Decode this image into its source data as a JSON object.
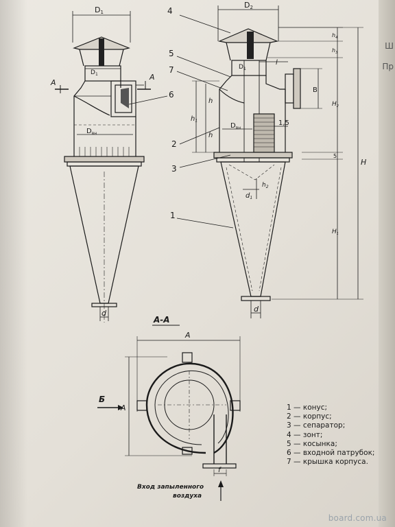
{
  "edge_text": {
    "top": "Ш",
    "middle": "Пр"
  },
  "labels": {
    "section_marker": "А",
    "section_title": "А-А",
    "dim_D1": "D",
    "dim_D1_sub": "1",
    "dim_D2": "D",
    "dim_D2_sub": "2",
    "dim_Dvn": "D",
    "dim_Dvn_sub": "вн",
    "dim_d": "d",
    "dim_d1": "d",
    "dim_d1_sub": "1",
    "dim_h": "h",
    "dim_h1": "h",
    "dim_h1_sub": "1",
    "dim_h2": "h",
    "dim_h2_sub": "2",
    "dim_h3": "h",
    "dim_h3_sub": "3",
    "dim_h4": "h",
    "dim_h4_sub": "4",
    "dim_l": "l",
    "dim_B": "В",
    "dim_H": "H",
    "dim_H1": "H",
    "dim_H1_sub": "1",
    "dim_H2": "H",
    "dim_H2_sub": "2",
    "dim_5": "5",
    "dim_1_5": "1,5",
    "dim_A": "А",
    "dim_f": "f",
    "view_B": "Б",
    "callout_1": "1",
    "callout_2": "2",
    "callout_3": "3",
    "callout_4": "4",
    "callout_5": "5",
    "callout_6": "6",
    "callout_7": "7",
    "inlet_line1": "Вход запыленного",
    "inlet_line2": "воздуха"
  },
  "legend": [
    "1 — конус;",
    "2 — корпус;",
    "3 — сепаратор;",
    "4 — зонт;",
    "5 — косынка;",
    "6 — входной патрубок;",
    "7 — крышка корпуса."
  ],
  "watermark": "board.com.ua",
  "colors": {
    "ink": "#1a1a1a",
    "paper": "#e9e6df",
    "watermark": "#9aa3ab"
  }
}
